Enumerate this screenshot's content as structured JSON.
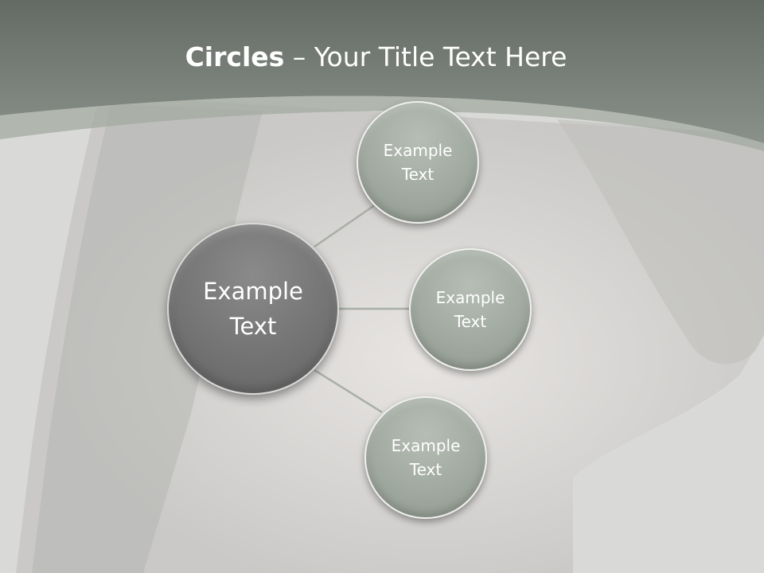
{
  "slide": {
    "title_bold": "Circles",
    "title_rest": " – Your Title Text Here"
  },
  "diagram": {
    "center": {
      "label": "Example Text"
    },
    "nodes": [
      {
        "label": "Example Text"
      },
      {
        "label": "Example Text"
      },
      {
        "label": "Example Text"
      }
    ]
  },
  "colors": {
    "header_band": "#6b716b",
    "small_circle": "#a1aaa1",
    "center_circle": "#747474",
    "connector": "#a8aea7"
  }
}
